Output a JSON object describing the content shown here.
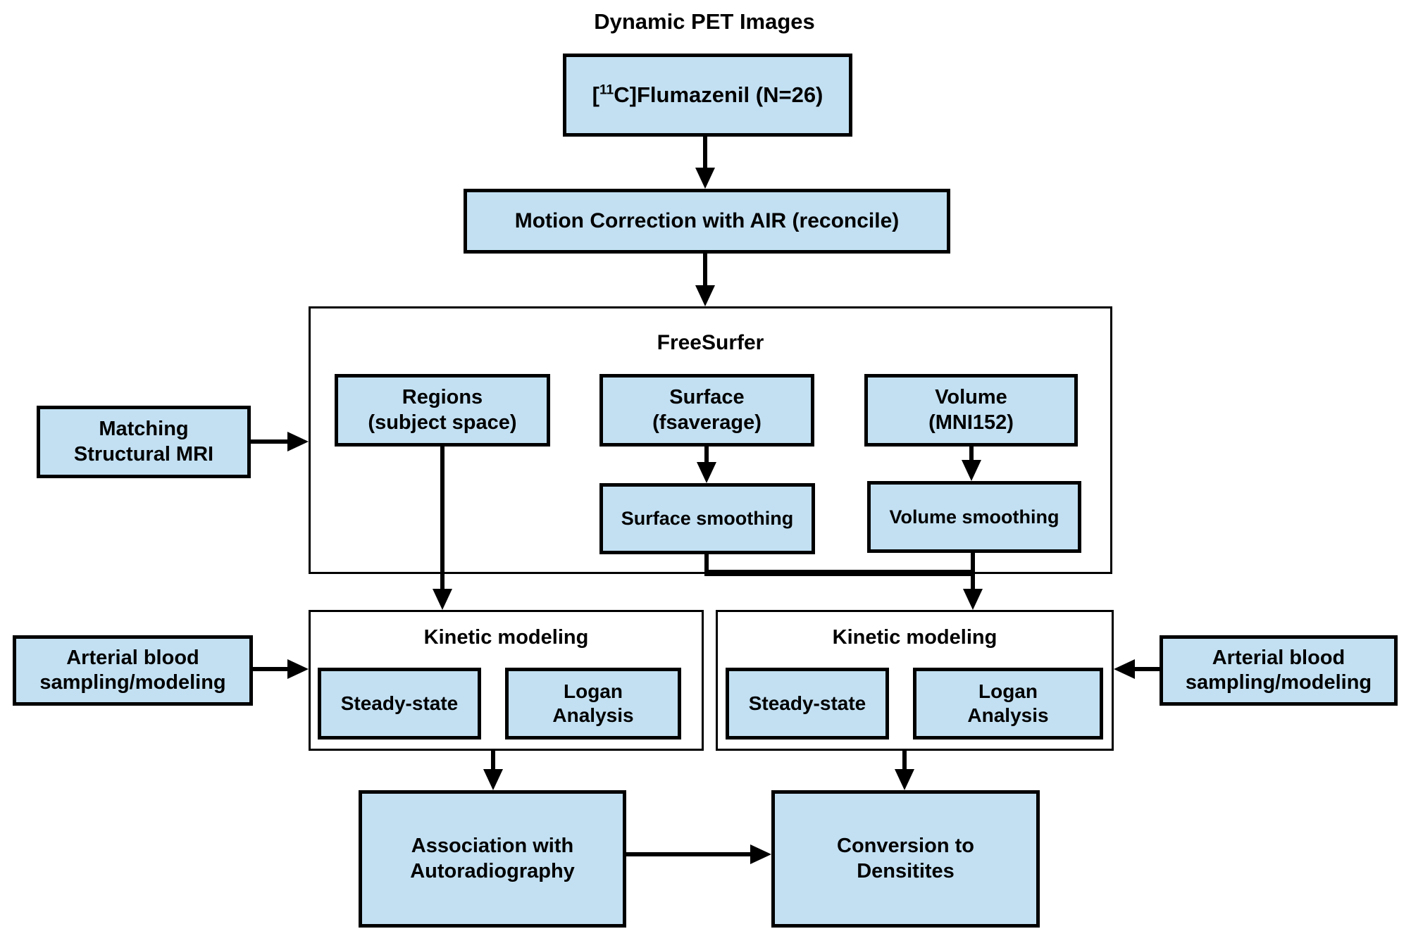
{
  "diagram": {
    "title": "Dynamic PET Images",
    "colors": {
      "node_fill": "#c2e0f2",
      "node_border": "#000000",
      "line": "#000000",
      "background": "#ffffff"
    },
    "nodes": {
      "flumazenil": {
        "bracket": "[",
        "isotope": "11",
        "rest": "C]Flumazenil (N=26)"
      },
      "motion_correction": "Motion Correction with AIR (reconcile)",
      "freesurfer": "FreeSurfer",
      "regions": "Regions\n(subject space)",
      "surface": "Surface\n(fsaverage)",
      "volume": "Volume\n(MNI152)",
      "surface_smoothing": "Surface smoothing",
      "volume_smoothing": "Volume smoothing",
      "matching_mri": "Matching\nStructural MRI",
      "kinetic_left": "Kinetic modeling",
      "kinetic_right": "Kinetic modeling",
      "steady_state_left": "Steady-state",
      "logan_left": "Logan\nAnalysis",
      "steady_state_right": "Steady-state",
      "logan_right": "Logan\nAnalysis",
      "arterial_left": "Arterial blood\nsampling/modeling",
      "arterial_right": "Arterial blood\nsampling/modeling",
      "association": "Association with\nAutoradiography",
      "conversion": "Conversion to\nDensitites"
    }
  }
}
